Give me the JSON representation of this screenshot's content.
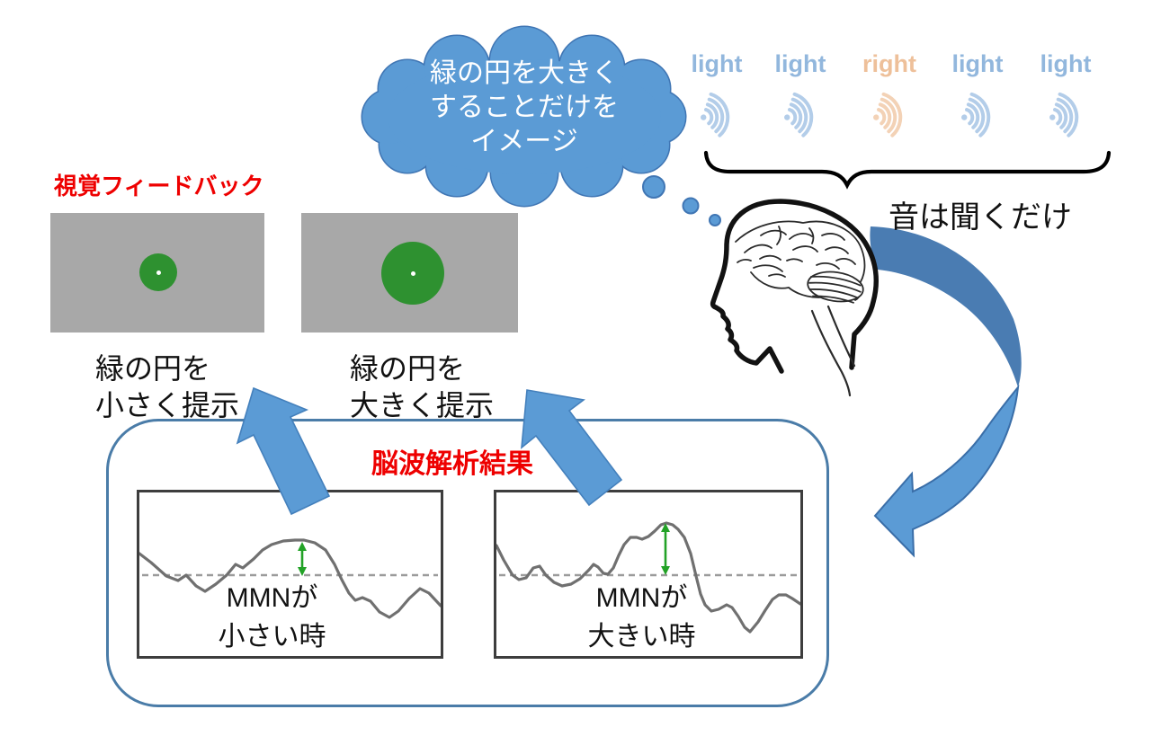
{
  "colors": {
    "cloud_blue": "#5b9bd5",
    "cloud_edge": "#4076b4",
    "arrow_blue": "#5b9bd5",
    "arrow_edge": "#4480bc",
    "curve_dark": "#4a7cb2",
    "curve_light": "#5b9bd5",
    "curve_edge": "#3a6ea8",
    "title_red": "#ee0000",
    "tone_blue": "#92b7dd",
    "tone_orange": "#eec09a",
    "tone_icon_blue": "#b3cde9",
    "tone_icon_orange": "#f3d2b6",
    "screen_gray": "#a8a8a8",
    "circle_green": "#2e9130",
    "wave_gray": "#707070",
    "dash_gray": "#9b9b9b",
    "green_arrow": "#22a226",
    "panel_border": "#3d3d3d",
    "box_border": "#4a7ca8"
  },
  "thought_cloud": {
    "line1": "緑の円を大きく",
    "line2": "することだけを",
    "line3": "イメージ"
  },
  "tones": {
    "items": [
      {
        "label": "light",
        "tone": "blue"
      },
      {
        "label": "light",
        "tone": "blue"
      },
      {
        "label": "right",
        "tone": "orange"
      },
      {
        "label": "light",
        "tone": "blue"
      },
      {
        "label": "light",
        "tone": "blue"
      }
    ],
    "caption": "音は聞くだけ"
  },
  "visual_feedback": {
    "title": "視覚フィードバック",
    "screens": [
      {
        "caption_line1": "緑の円を",
        "caption_line2": "小さく提示"
      },
      {
        "caption_line1": "緑の円を",
        "caption_line2": "大きく提示"
      }
    ]
  },
  "eeg_box": {
    "title": "脳波解析結果",
    "panels": [
      {
        "caption_line1": "MMNが",
        "caption_line2": "小さい時"
      },
      {
        "caption_line1": "MMNが",
        "caption_line2": "大きい時"
      }
    ]
  }
}
